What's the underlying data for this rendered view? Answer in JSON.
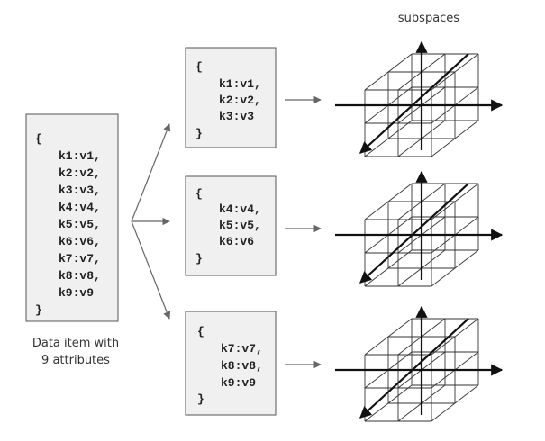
{
  "title": "subspaces",
  "source": {
    "open": "{",
    "close": "}",
    "attributes": [
      "k1:v1,",
      "k2:v2,",
      "k3:v3,",
      "k4:v4,",
      "k5:v5,",
      "k6:v6,",
      "k7:v7,",
      "k8:v8,",
      "k9:v9"
    ],
    "caption_line1": "Data item with",
    "caption_line2": "9 attributes"
  },
  "subsets": [
    {
      "open": "{",
      "close": "}",
      "attributes": [
        "k1:v1,",
        "k2:v2,",
        "k3:v3"
      ]
    },
    {
      "open": "{",
      "close": "}",
      "attributes": [
        "k4:v4,",
        "k5:v5,",
        "k6:v6"
      ]
    },
    {
      "open": "{",
      "close": "}",
      "attributes": [
        "k7:v7,",
        "k8:v8,",
        "k9:v9"
      ]
    }
  ]
}
